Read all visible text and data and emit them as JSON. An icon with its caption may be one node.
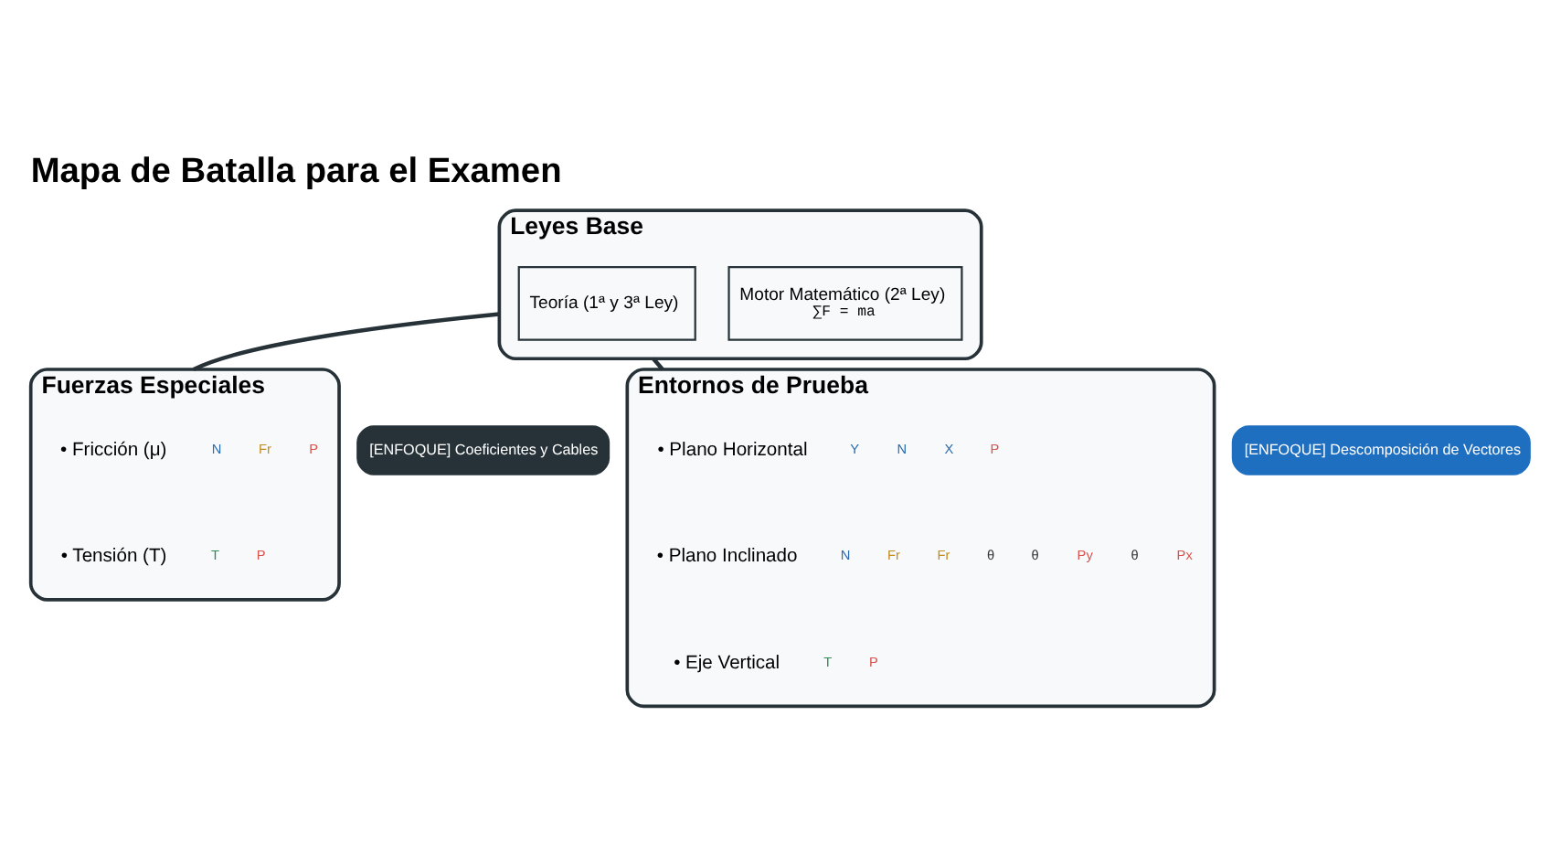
{
  "diagram": {
    "title": "Mapa de Batalla para el Examen",
    "nodes": [
      {
        "text": [
          "Leyes Base"
        ]
      },
      {
        "text": [
          "Teoría (1ª y 3ª Ley)"
        ],
        "in": 0
      },
      {
        "text": [
          "Motor Matemático (2ª Ley)",
          "∑F = ma"
        ],
        "in": 0
      },
      {
        "text": [
          "Fuerzas Especiales"
        ]
      },
      {
        "text": [
          "• Fricción (μ)"
        ],
        "in": 3
      },
      {
        "text": [
          "• Tensión (T)"
        ],
        "in": 3
      },
      {
        "text": [
          "[ENFOQUE] Coeficientes y Cables"
        ]
      },
      {
        "text": [
          "Entornos de Prueba"
        ]
      },
      {
        "text": [
          "• Plano Horizontal"
        ],
        "in": 7
      },
      {
        "text": [
          "• Plano Inclinado"
        ],
        "in": 7
      },
      {
        "text": [
          "• Eje Vertical"
        ],
        "in": 7
      },
      {
        "text": [
          "[ENFOQUE] Descomposición de Vectores"
        ]
      }
    ],
    "edges": [
      {
        "from": 0,
        "to": 3,
        "arrow": "none"
      },
      {
        "from": 0,
        "to": 7,
        "arrow": "none"
      }
    ],
    "labels": [
      "N",
      "Fr",
      "P",
      "T",
      "P",
      "Y",
      "N",
      "X",
      "P",
      "N",
      "Fr",
      "Fr",
      "θ",
      "θ",
      "Py",
      "θ",
      "Px",
      "T",
      "P"
    ]
  }
}
